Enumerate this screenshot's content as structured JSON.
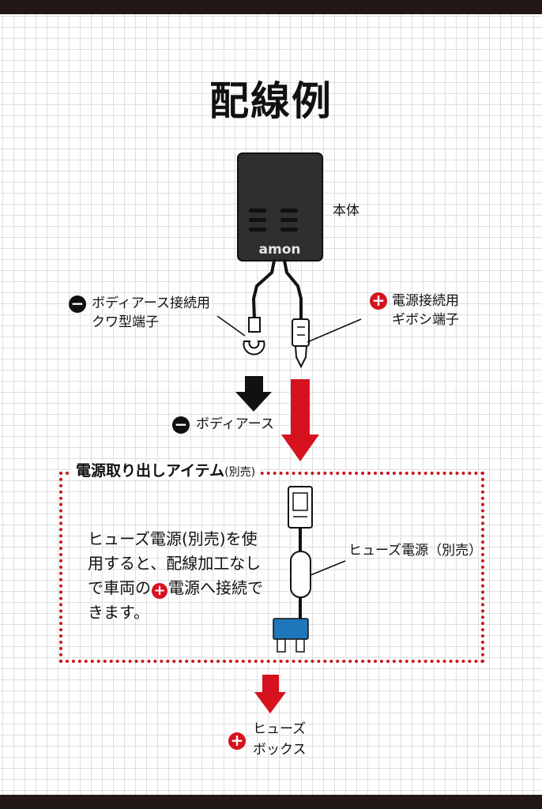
{
  "title": "配線例",
  "labels": {
    "main_unit": "本体",
    "ground_terminal_line1": "ボディアース接続用",
    "ground_terminal_line2": "クワ型端子",
    "power_terminal_line1": "電源接続用",
    "power_terminal_line2": "ギボシ端子",
    "body_ground": "ボディアース",
    "power_item_title": "電源取り出しアイテム",
    "power_item_note": "(別売)",
    "fuse_power": "ヒューズ電源（別売）",
    "fuse_box_line1": "ヒューズ",
    "fuse_box_line2": "ボックス"
  },
  "description": {
    "part1": "ヒューズ電源(別売)を使用すると、配線加工なしで車両の",
    "part2": "電源へ接続できます。"
  },
  "signs": {
    "minus": "−",
    "plus": "+"
  },
  "brand": "amon",
  "colors": {
    "accent_red": "#d7121f",
    "dark": "#231815",
    "fuse_blue": "#1f76b8"
  }
}
